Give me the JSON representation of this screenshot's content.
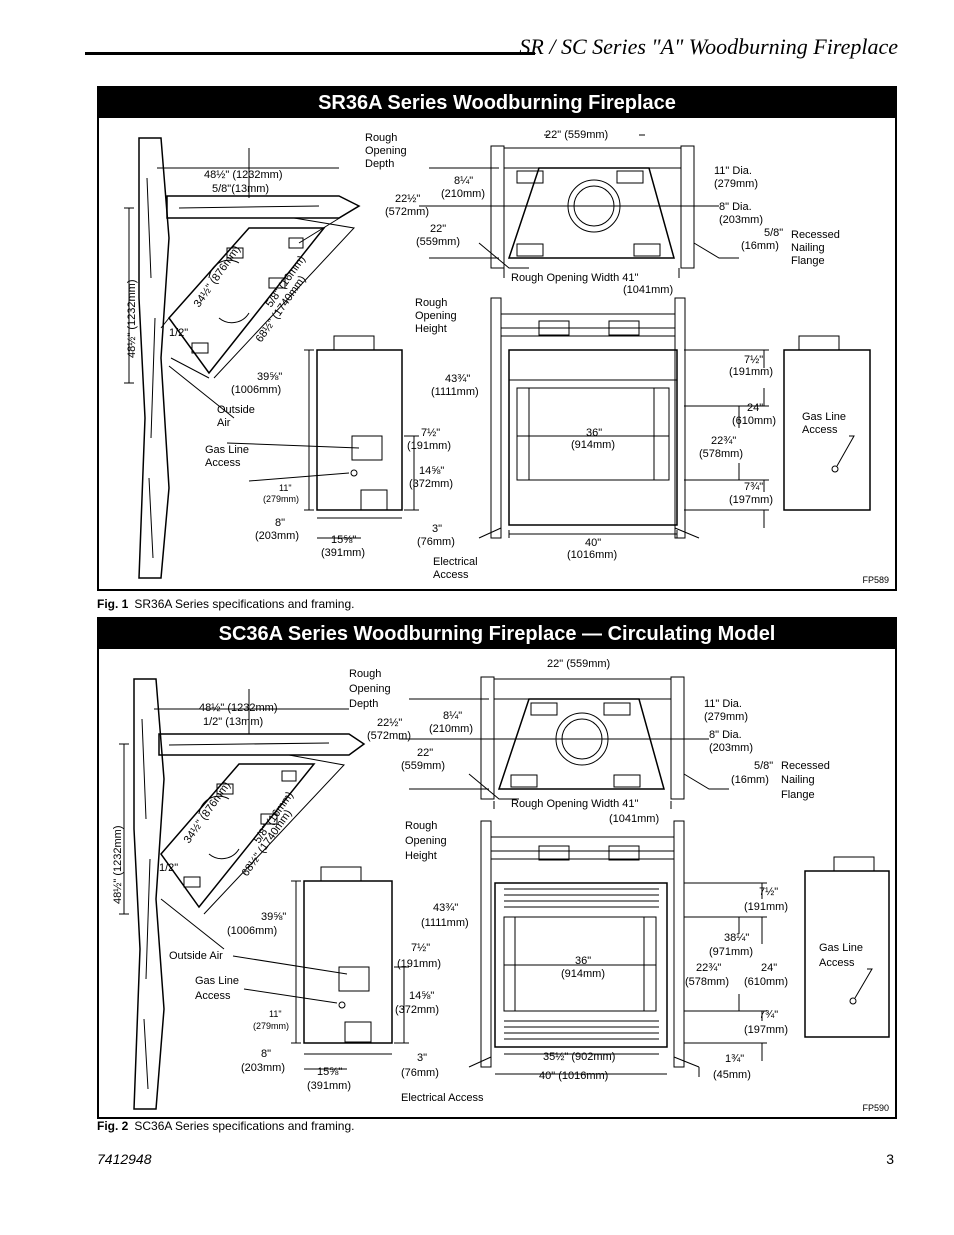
{
  "header": {
    "title": "SR / SC Series \"A\" Woodburning Fireplace"
  },
  "fig1": {
    "banner": "SR36A Series Woodburning Fireplace",
    "code": "FP589",
    "caption_num": "Fig. 1",
    "caption_text": "SR36A Series specifications and framing.",
    "labels": {
      "rough_opening_depth": [
        "Rough",
        "Opening",
        "Depth"
      ],
      "width_top": "22\" (559mm)",
      "wall_len": "48½\" (1232mm)",
      "wall_gap": "5/8\"(13mm)",
      "wall_len_v": "48½\" (1232mm)",
      "diag_876": "34½\" (876mm)",
      "diag_16": "5/8\" (16mm)",
      "diag_1740": "68½\" (1740mm)",
      "half": "1/2\"",
      "d_8q": [
        "8¼\"",
        "(210mm)"
      ],
      "d_22h": [
        "22½\"",
        "(572mm)"
      ],
      "d_22": [
        "22\"",
        "(559mm)"
      ],
      "dia11": [
        "11\" Dia.",
        "(279mm)"
      ],
      "dia8": [
        "8\" Dia.",
        "(203mm)"
      ],
      "recess": [
        "5/8\"",
        "(16mm)"
      ],
      "recess_lbl": [
        "Recessed",
        "Nailing",
        "Flange"
      ],
      "row": [
        "Rough Opening Width 41\"",
        "(1041mm)"
      ],
      "roh": [
        "Rough",
        "Opening",
        "Height"
      ],
      "h_39": [
        "39⅝\"",
        "(1006mm)"
      ],
      "h_43": [
        "43¾\"",
        "(1111mm)"
      ],
      "outside_air": [
        "Outside",
        "Air"
      ],
      "gas_line": [
        "Gas Line",
        "Access"
      ],
      "v_7h": [
        "7½\"",
        "(191mm)"
      ],
      "v_14": [
        "14⅝\"",
        "(372mm)"
      ],
      "s_11": [
        "11\"",
        "(279mm)"
      ],
      "s_8": [
        "8\"",
        "(203mm)"
      ],
      "s_15": [
        "15⅝\"",
        "(391mm)"
      ],
      "s_3": [
        "3\"",
        "(76mm)"
      ],
      "elec": [
        "Electrical",
        "Access"
      ],
      "glass_36": [
        "36\"",
        "(914mm)"
      ],
      "w_40": [
        "40\"",
        "(1016mm)"
      ],
      "r_7h": [
        "7½\"",
        "(191mm)"
      ],
      "r_24": [
        "24\"",
        "(610mm)"
      ],
      "r_22": [
        "22¾\"",
        "(578mm)"
      ],
      "r_7t": [
        "7¾\"",
        "(197mm)"
      ],
      "side_gas": [
        "Gas Line",
        "Access"
      ]
    }
  },
  "fig2": {
    "banner": "SC36A Series Woodburning Fireplace — Circulating Model",
    "code": "FP590",
    "caption_num": "Fig. 2",
    "caption_text": "SC36A Series specifications and framing.",
    "labels": {
      "rough_opening_depth": [
        "Rough",
        "Opening",
        "Depth"
      ],
      "width_top": "22\" (559mm)",
      "wall_len": "48½\" (1232mm)",
      "wall_gap": "1/2\" (13mm)",
      "wall_len_v": "48½\" (1232mm)",
      "diag_876": "34½\" (876mm)",
      "diag_16": "5/8\" (16mm)",
      "diag_1740": "68½\" (1740mm)",
      "half": "1/2\"",
      "d_8q": [
        "8¼\"",
        "(210mm)"
      ],
      "d_22h": [
        "22½\"",
        "(572mm)"
      ],
      "d_22": [
        "22\"",
        "(559mm)"
      ],
      "dia11": [
        "11\" Dia.",
        "(279mm)"
      ],
      "dia8": [
        "8\" Dia.",
        "(203mm)"
      ],
      "recess": [
        "5/8\"",
        "(16mm)"
      ],
      "recess_lbl": [
        "Recessed",
        "Nailing",
        "Flange"
      ],
      "row": [
        "Rough Opening Width 41\"",
        "(1041mm)"
      ],
      "roh": [
        "Rough",
        "Opening",
        "Height"
      ],
      "h_39": [
        "39⅝\"",
        "(1006mm)"
      ],
      "h_43": [
        "43¾\"",
        "(1111mm)"
      ],
      "outside_air": "Outside Air",
      "gas_line": [
        "Gas Line",
        "Access"
      ],
      "v_7h": [
        "7½\"",
        "(191mm)"
      ],
      "v_14": [
        "14⅝\"",
        "(372mm)"
      ],
      "s_11": [
        "11\"",
        "(279mm)"
      ],
      "s_8": [
        "8\"",
        "(203mm)"
      ],
      "s_15": [
        "15⅝\"",
        "(391mm)"
      ],
      "s_3": [
        "3\"",
        "(76mm)"
      ],
      "elec": "Electrical Access",
      "glass_36": [
        "36\"",
        "(914mm)"
      ],
      "w_35": "35½\" (902mm)",
      "w_40": "40\" (1016mm)",
      "r_1": [
        "1¾\"",
        "(45mm)"
      ],
      "r_7h": [
        "7½\"",
        "(191mm)"
      ],
      "r_38": [
        "38¼\"",
        "(971mm)"
      ],
      "r_24": [
        "24\"",
        "(610mm)"
      ],
      "r_22": [
        "22¾\"",
        "(578mm)"
      ],
      "r_7t": [
        "7¾\"",
        "(197mm)"
      ],
      "side_gas": [
        "Gas Line",
        "Access"
      ]
    }
  },
  "footer": {
    "doc_number": "7412948",
    "page_number": "3"
  }
}
